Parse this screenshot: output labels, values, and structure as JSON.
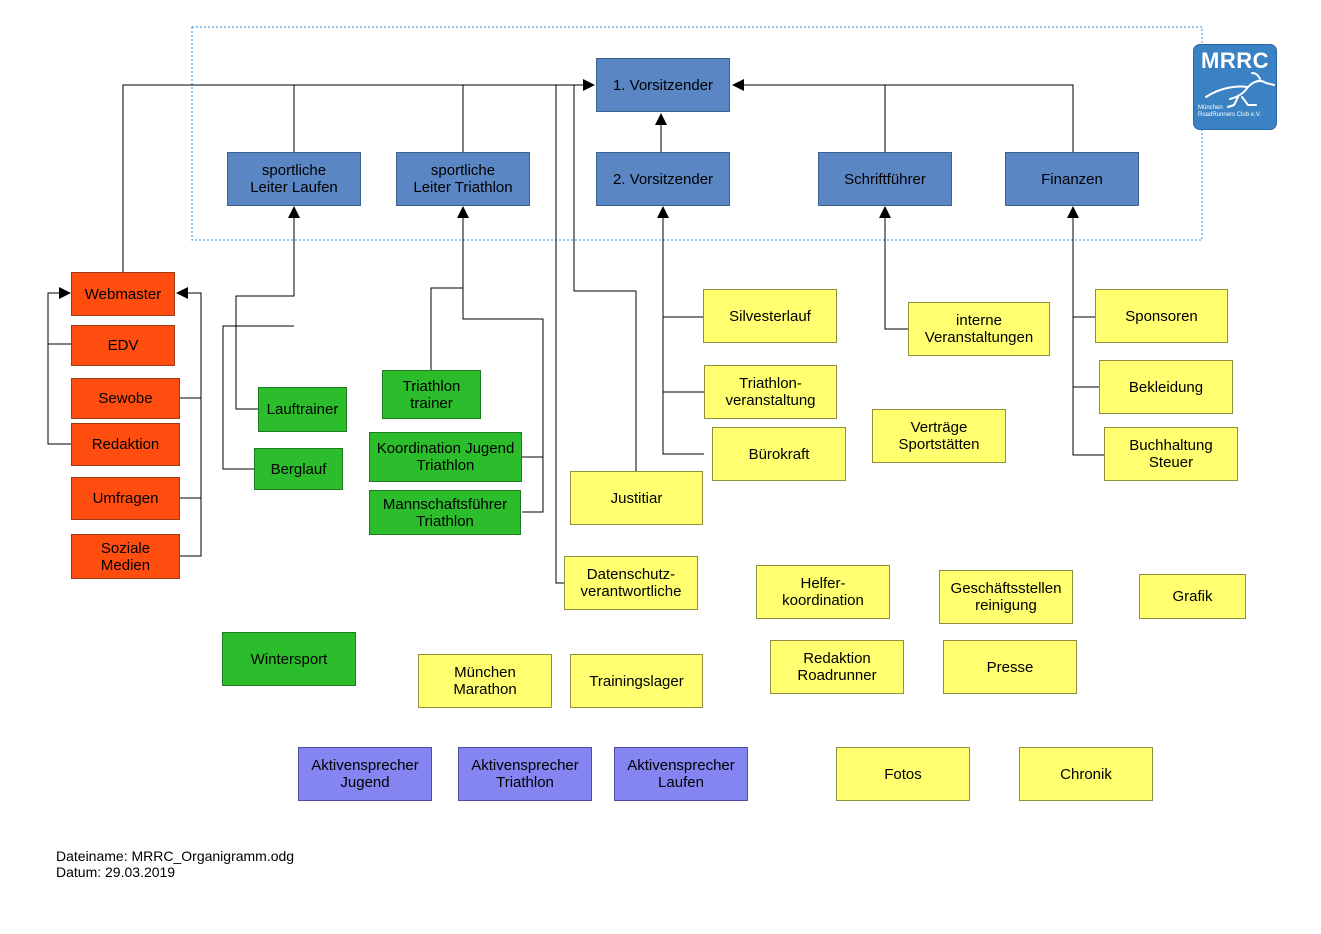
{
  "nodes": {
    "vorsitz1": "1. Vorsitzender",
    "vorsitz2": "2. Vorsitzender",
    "leiter_laufen": "sportliche\nLeiter Laufen",
    "leiter_triathlon": "sportliche\nLeiter Triathlon",
    "schriftfuehrer": "Schriftführer",
    "finanzen": "Finanzen",
    "webmaster": "Webmaster",
    "edv": "EDV",
    "sewobe": "Sewobe",
    "redaktion": "Redaktion",
    "umfragen": "Umfragen",
    "soziale_medien": "Soziale\nMedien",
    "lauftrainer": "Lauftrainer",
    "berglauf": "Berglauf",
    "triathlon_trainer": "Triathlon\ntrainer",
    "koordination_jugend": "Koordination Jugend\nTriathlon",
    "mannschaftsfuehrer": "Mannschaftsführer\nTriathlon",
    "justitiar": "Justitiar",
    "datenschutz": "Datenschutz-\nverantwortliche",
    "silvesterlauf": "Silvesterlauf",
    "triathlon_veranstaltung": "Triathlon-\nveranstaltung",
    "buerokraft": "Bürokraft",
    "interne_veranstaltungen": "interne\nVeranstaltungen",
    "vertraege": "Verträge\nSportstätten",
    "sponsoren": "Sponsoren",
    "bekleidung": "Bekleidung",
    "buchhaltung": "Buchhaltung\nSteuer",
    "wintersport": "Wintersport",
    "muenchen_marathon": "München\nMarathon",
    "trainingslager": "Trainingslager",
    "helferkoordination": "Helfer-\nkoordination",
    "geschaeftsstellen": "Geschäftsstellen\nreinigung",
    "grafik": "Grafik",
    "redaktion_roadrunner": "Redaktion\nRoadrunner",
    "presse": "Presse",
    "aktiv_jugend": "Aktivensprecher\nJugend",
    "aktiv_triathlon": "Aktivensprecher\nTriathlon",
    "aktiv_laufen": "Aktivensprecher\nLaufen",
    "fotos": "Fotos",
    "chronik": "Chronik"
  },
  "logo": {
    "title": "MRRC",
    "subtitle_line1": "München",
    "subtitle_line2": "RoadRunners Club e.V."
  },
  "footer": {
    "filename": "Dateiname: MRRC_Organigramm.odg",
    "date": "Datum: 29.03.2019"
  },
  "colors": {
    "board": "#5b86c4",
    "webmaster_group": "#ff4d10",
    "sport_group": "#2bbd2b",
    "staff_group": "#ffff70",
    "athlete_reps": "#8585f2",
    "frame": "#3b8fd6"
  }
}
